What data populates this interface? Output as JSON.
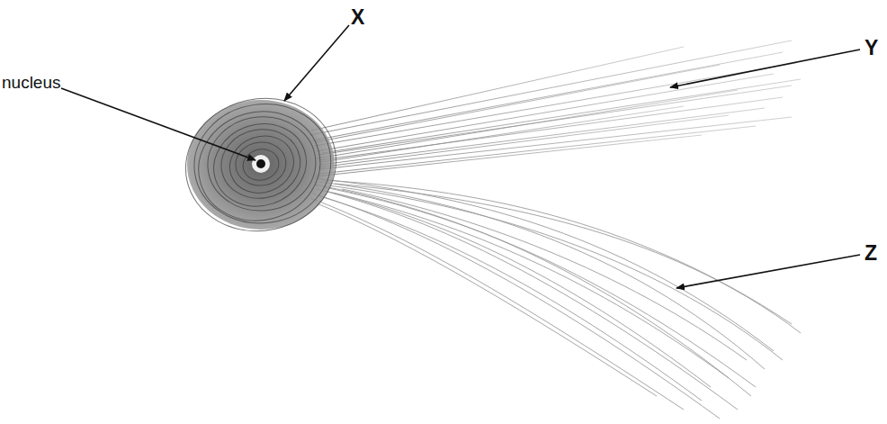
{
  "diagram": {
    "labels": [
      "nucleus",
      "X",
      "Y",
      "Z"
    ]
  }
}
